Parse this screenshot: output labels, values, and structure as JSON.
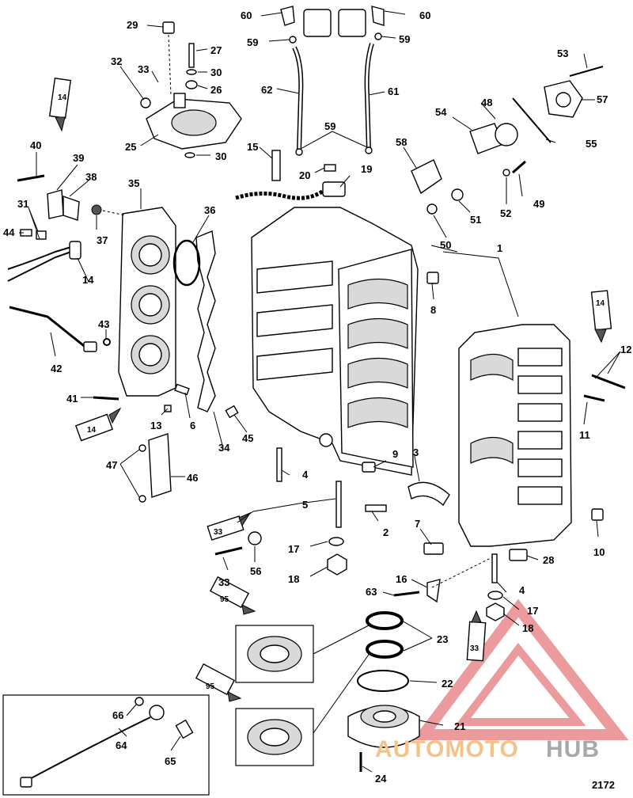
{
  "figure": {
    "id": "2172"
  },
  "watermark": {
    "brand_a": "AUTOMOTO",
    "brand_b": "HUB",
    "color_a": "#F2C38A",
    "color_b": "#A8A8A8",
    "triangle_color": "#E88A8A"
  },
  "tubes": [
    {
      "id": "t14a",
      "label": "14"
    },
    {
      "id": "t14b",
      "label": "14"
    },
    {
      "id": "t14c",
      "label": "14"
    },
    {
      "id": "t33a",
      "label": "33"
    },
    {
      "id": "t33b",
      "label": "33"
    },
    {
      "id": "t95a",
      "label": "95"
    },
    {
      "id": "t95b",
      "label": "95"
    }
  ],
  "callouts": [
    {
      "n": "1"
    },
    {
      "n": "2"
    },
    {
      "n": "3"
    },
    {
      "n": "4"
    },
    {
      "n": "4"
    },
    {
      "n": "5"
    },
    {
      "n": "6"
    },
    {
      "n": "7"
    },
    {
      "n": "8"
    },
    {
      "n": "9"
    },
    {
      "n": "10"
    },
    {
      "n": "11"
    },
    {
      "n": "12"
    },
    {
      "n": "13"
    },
    {
      "n": "14"
    },
    {
      "n": "15"
    },
    {
      "n": "16"
    },
    {
      "n": "17"
    },
    {
      "n": "17"
    },
    {
      "n": "18"
    },
    {
      "n": "18"
    },
    {
      "n": "19"
    },
    {
      "n": "20"
    },
    {
      "n": "21"
    },
    {
      "n": "22"
    },
    {
      "n": "23"
    },
    {
      "n": "24"
    },
    {
      "n": "25"
    },
    {
      "n": "26"
    },
    {
      "n": "27"
    },
    {
      "n": "28"
    },
    {
      "n": "29"
    },
    {
      "n": "30"
    },
    {
      "n": "30"
    },
    {
      "n": "31"
    },
    {
      "n": "32"
    },
    {
      "n": "33"
    },
    {
      "n": "33"
    },
    {
      "n": "34"
    },
    {
      "n": "35"
    },
    {
      "n": "36"
    },
    {
      "n": "37"
    },
    {
      "n": "38"
    },
    {
      "n": "39"
    },
    {
      "n": "40"
    },
    {
      "n": "41"
    },
    {
      "n": "42"
    },
    {
      "n": "43"
    },
    {
      "n": "44"
    },
    {
      "n": "45"
    },
    {
      "n": "46"
    },
    {
      "n": "47"
    },
    {
      "n": "48"
    },
    {
      "n": "49"
    },
    {
      "n": "50"
    },
    {
      "n": "51"
    },
    {
      "n": "52"
    },
    {
      "n": "53"
    },
    {
      "n": "54"
    },
    {
      "n": "55"
    },
    {
      "n": "56"
    },
    {
      "n": "57"
    },
    {
      "n": "58"
    },
    {
      "n": "59"
    },
    {
      "n": "59"
    },
    {
      "n": "59"
    },
    {
      "n": "60"
    },
    {
      "n": "60"
    },
    {
      "n": "61"
    },
    {
      "n": "62"
    },
    {
      "n": "63"
    },
    {
      "n": "64"
    },
    {
      "n": "65"
    },
    {
      "n": "66"
    }
  ]
}
